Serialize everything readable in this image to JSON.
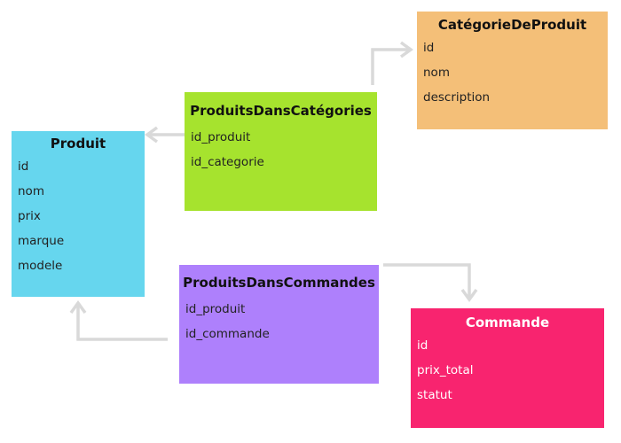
{
  "colors": {
    "connector": "#d9d9d9",
    "produit_fill": "#66d6ee",
    "produits_dans_categories_fill": "#a6e32e",
    "categorie_de_produit_fill": "#f4bf78",
    "produits_dans_commandes_fill": "#ae80fc",
    "commande_fill": "#f8246f"
  },
  "entities": {
    "produit": {
      "title": "Produit",
      "fields": [
        "id",
        "nom",
        "prix",
        "marque",
        "modele"
      ]
    },
    "produits_dans_categories": {
      "title": "ProduitsDansCatégories",
      "fields": [
        "id_produit",
        "id_categorie"
      ]
    },
    "categorie_de_produit": {
      "title": "CatégorieDeProduit",
      "fields": [
        "id",
        "nom",
        "description"
      ]
    },
    "produits_dans_commandes": {
      "title": "ProduitsDansCommandes",
      "fields": [
        "id_produit",
        "id_commande"
      ]
    },
    "commande": {
      "title": "Commande",
      "fields": [
        "id",
        "prix_total",
        "statut"
      ]
    }
  },
  "relations": [
    {
      "from": "produits_dans_categories",
      "to": "produit"
    },
    {
      "from": "produits_dans_categories",
      "to": "categorie_de_produit"
    },
    {
      "from": "produits_dans_commandes",
      "to": "produit"
    },
    {
      "from": "produits_dans_commandes",
      "to": "commande"
    }
  ]
}
